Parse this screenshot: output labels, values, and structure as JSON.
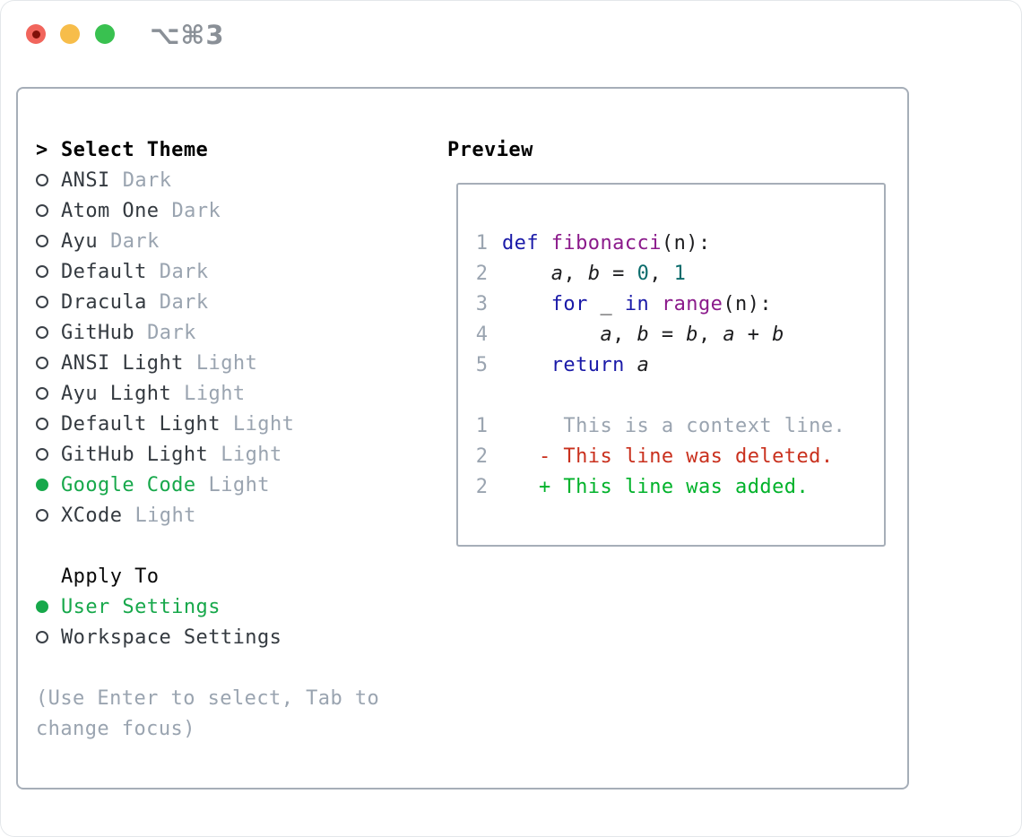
{
  "window": {
    "title": "⌥⌘3"
  },
  "colors": {
    "keyword": "#1a1aa8",
    "function": "#8b1a8b",
    "number": "#0a6b6b",
    "code": "#1d1d1f",
    "muted": "#9aa4b0",
    "text_dark": "#343a40",
    "accent_green": "#17a84b",
    "diff_add": "#00b22a",
    "diff_del": "#c9301d",
    "border": "#a6aeb8",
    "bullet": "#3b4148",
    "title": "#8a9097",
    "traffic_red": "#f1655c",
    "traffic_red_dot": "#801109",
    "traffic_yellow": "#f7bd4a",
    "traffic_green": "#39c150"
  },
  "theme_picker": {
    "header": {
      "prefix": ">",
      "label": "Select Theme"
    },
    "items": [
      {
        "name": "ANSI",
        "tag": "Dark",
        "selected": false
      },
      {
        "name": "Atom One",
        "tag": "Dark",
        "selected": false
      },
      {
        "name": "Ayu",
        "tag": "Dark",
        "selected": false
      },
      {
        "name": "Default",
        "tag": "Dark",
        "selected": false
      },
      {
        "name": "Dracula",
        "tag": "Dark",
        "selected": false
      },
      {
        "name": "GitHub",
        "tag": "Dark",
        "selected": false
      },
      {
        "name": "ANSI Light",
        "tag": "Light",
        "selected": false
      },
      {
        "name": "Ayu Light",
        "tag": "Light",
        "selected": false
      },
      {
        "name": "Default Light",
        "tag": "Light",
        "selected": false
      },
      {
        "name": "GitHub Light",
        "tag": "Light",
        "selected": false
      },
      {
        "name": "Google Code",
        "tag": "Light",
        "selected": true
      },
      {
        "name": "XCode",
        "tag": "Light",
        "selected": false
      }
    ],
    "apply_to": {
      "label": "Apply To",
      "options": [
        {
          "name": "User Settings",
          "selected": true
        },
        {
          "name": "Workspace Settings",
          "selected": false
        }
      ]
    },
    "hint_lines": [
      "(Use Enter to select, Tab to",
      "change focus)"
    ]
  },
  "preview": {
    "label": "Preview",
    "code_lines": [
      {
        "num": "1",
        "tokens": [
          {
            "t": "kw",
            "s": "def"
          },
          {
            "t": "pl",
            "s": " "
          },
          {
            "t": "fn",
            "s": "fibonacci"
          },
          {
            "t": "pl",
            "s": "(n):"
          }
        ]
      },
      {
        "num": "2",
        "tokens": [
          {
            "t": "pl",
            "s": "    "
          },
          {
            "t": "var",
            "s": "a"
          },
          {
            "t": "pl",
            "s": ", "
          },
          {
            "t": "var",
            "s": "b"
          },
          {
            "t": "pl",
            "s": " = "
          },
          {
            "t": "num",
            "s": "0"
          },
          {
            "t": "pl",
            "s": ", "
          },
          {
            "t": "num",
            "s": "1"
          }
        ]
      },
      {
        "num": "3",
        "tokens": [
          {
            "t": "pl",
            "s": "    "
          },
          {
            "t": "kw",
            "s": "for"
          },
          {
            "t": "pl",
            "s": " _ "
          },
          {
            "t": "kw",
            "s": "in"
          },
          {
            "t": "pl",
            "s": " "
          },
          {
            "t": "fn",
            "s": "range"
          },
          {
            "t": "pl",
            "s": "(n):"
          }
        ]
      },
      {
        "num": "4",
        "tokens": [
          {
            "t": "pl",
            "s": "        "
          },
          {
            "t": "var",
            "s": "a"
          },
          {
            "t": "pl",
            "s": ", "
          },
          {
            "t": "var",
            "s": "b"
          },
          {
            "t": "pl",
            "s": " = "
          },
          {
            "t": "var",
            "s": "b"
          },
          {
            "t": "pl",
            "s": ", "
          },
          {
            "t": "var",
            "s": "a"
          },
          {
            "t": "pl",
            "s": " + "
          },
          {
            "t": "var",
            "s": "b"
          }
        ]
      },
      {
        "num": "5",
        "tokens": [
          {
            "t": "pl",
            "s": "    "
          },
          {
            "t": "kw",
            "s": "return"
          },
          {
            "t": "pl",
            "s": " "
          },
          {
            "t": "var",
            "s": "a"
          }
        ]
      }
    ],
    "diff_lines": [
      {
        "num": "1",
        "tokens": [
          {
            "t": "ctx",
            "s": "     This is a context line."
          }
        ]
      },
      {
        "num": "2",
        "tokens": [
          {
            "t": "del",
            "s": "   - This line was deleted."
          }
        ]
      },
      {
        "num": "2",
        "tokens": [
          {
            "t": "add",
            "s": "   + This line was added."
          }
        ]
      }
    ]
  }
}
